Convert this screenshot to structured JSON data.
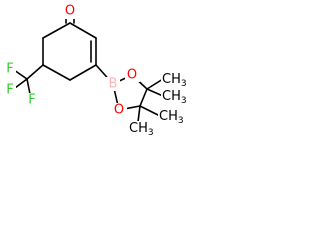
{
  "structure": {
    "atoms": {
      "oxygen_carbonyl": "O",
      "fluorine_1": "F",
      "fluorine_2": "F",
      "fluorine_3": "F",
      "boron": "B",
      "oxygen_ring_top": "O",
      "oxygen_ring_bottom": "O"
    },
    "methyl_groups": {
      "methyl_1": {
        "main": "CH",
        "sub": "3"
      },
      "methyl_2": {
        "main": "CH",
        "sub": "3"
      },
      "methyl_3": {
        "main": "CH",
        "sub": "3"
      },
      "methyl_4": {
        "main": "CH",
        "sub": "3"
      }
    }
  },
  "colors": {
    "bond": "#000000",
    "oxygen": "#ff0000",
    "fluorine": "#33cc33",
    "boron": "#ffb5b5",
    "carbon_label": "#000000"
  }
}
